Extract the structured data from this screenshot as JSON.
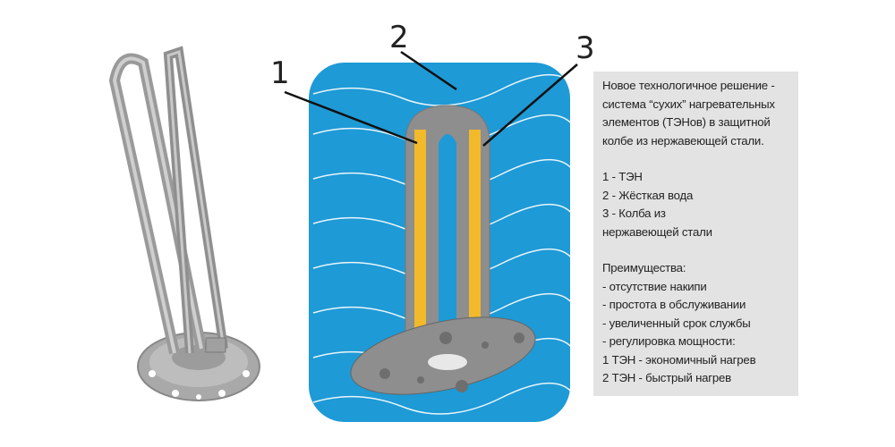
{
  "diagram": {
    "callouts": [
      "1",
      "2",
      "3"
    ],
    "colors": {
      "water": "#1e9ad6",
      "heater": "#f2b92a",
      "flask": "#8e8e8e",
      "panel": "#e3e3e3"
    }
  },
  "panel": {
    "intro": [
      "Новое технологичное решение -",
      "система “сухих” нагревательных",
      "элементов (ТЭНов) в защитной",
      "колбе из нержавеющей стали."
    ],
    "legend": [
      "1 - ТЭН",
      "2 - Жёсткая вода",
      "3 - Колба из",
      "нержавеющей стали"
    ],
    "advantages_title": "Преимущества:",
    "advantages": [
      "- отсутствие накипи",
      "- простота в обслуживании",
      "- увеличенный срок службы",
      "- регулировка мощности:",
      "1 ТЭН - экономичный нагрев",
      "2 ТЭН - быстрый нагрев"
    ]
  }
}
